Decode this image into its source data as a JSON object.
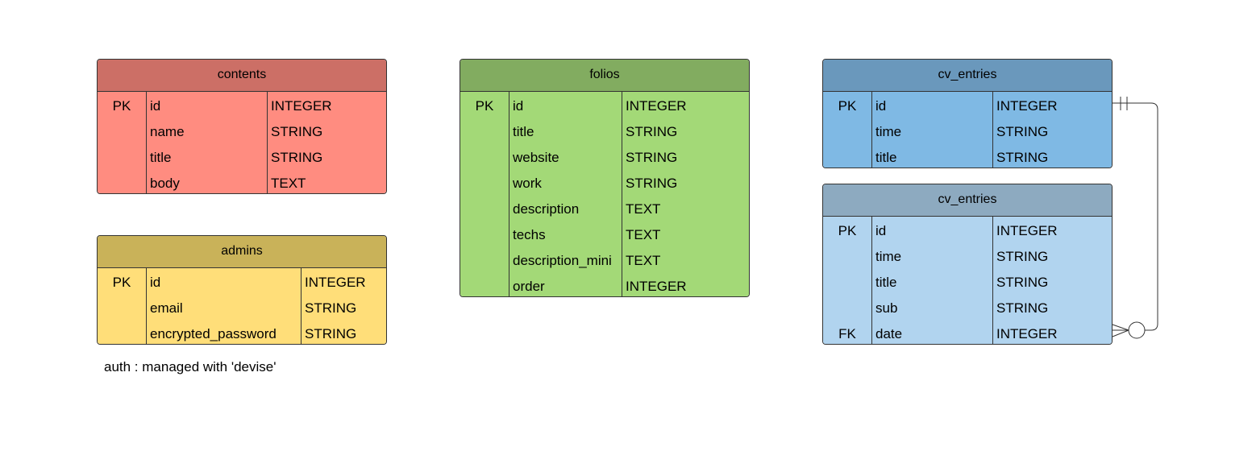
{
  "tables": {
    "contents": {
      "title": "contents",
      "rows": [
        {
          "key": "PK",
          "name": "id",
          "type": "INTEGER"
        },
        {
          "key": "",
          "name": "name",
          "type": "STRING"
        },
        {
          "key": "",
          "name": "title",
          "type": "STRING"
        },
        {
          "key": "",
          "name": "body",
          "type": "TEXT"
        }
      ]
    },
    "admins": {
      "title": "admins",
      "rows": [
        {
          "key": "PK",
          "name": "id",
          "type": "INTEGER"
        },
        {
          "key": "",
          "name": "email",
          "type": "STRING"
        },
        {
          "key": "",
          "name": "encrypted_password",
          "type": "STRING"
        }
      ]
    },
    "folios": {
      "title": "folios",
      "rows": [
        {
          "key": "PK",
          "name": "id",
          "type": "INTEGER"
        },
        {
          "key": "",
          "name": "title",
          "type": "STRING"
        },
        {
          "key": "",
          "name": "website",
          "type": "STRING"
        },
        {
          "key": "",
          "name": "work",
          "type": "STRING"
        },
        {
          "key": "",
          "name": "description",
          "type": "TEXT"
        },
        {
          "key": "",
          "name": "techs",
          "type": "TEXT"
        },
        {
          "key": "",
          "name": "description_mini",
          "type": "TEXT"
        },
        {
          "key": "",
          "name": "order",
          "type": "INTEGER"
        }
      ]
    },
    "cv_entries_a": {
      "title": "cv_entries",
      "rows": [
        {
          "key": "PK",
          "name": "id",
          "type": "INTEGER"
        },
        {
          "key": "",
          "name": "time",
          "type": "STRING"
        },
        {
          "key": "",
          "name": "title",
          "type": "STRING"
        }
      ]
    },
    "cv_entries_b": {
      "title": "cv_entries",
      "rows": [
        {
          "key": "PK",
          "name": "id",
          "type": "INTEGER"
        },
        {
          "key": "",
          "name": "time",
          "type": "STRING"
        },
        {
          "key": "",
          "name": "title",
          "type": "STRING"
        },
        {
          "key": "",
          "name": "sub",
          "type": "STRING"
        },
        {
          "key": "FK",
          "name": "date",
          "type": "INTEGER"
        }
      ]
    }
  },
  "note": "auth : managed with 'devise'",
  "relationship": {
    "from": "cv_entries.id",
    "to": "cv_entries.date",
    "from_cardinality": "one-and-only-one",
    "to_cardinality": "zero-or-many"
  }
}
